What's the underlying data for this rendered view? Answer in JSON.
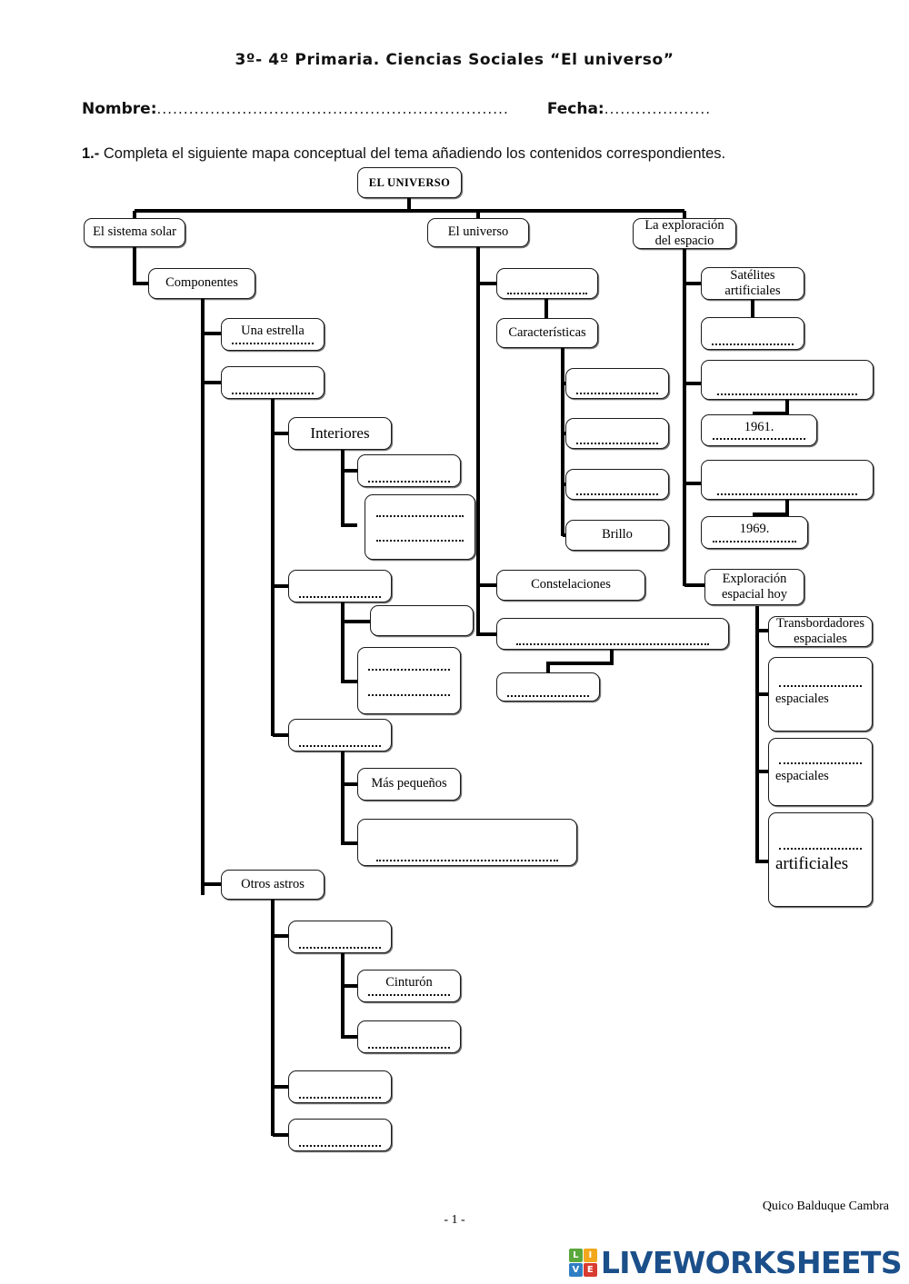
{
  "header": {
    "title": "3º- 4º Primaria. Ciencias Sociales “El universo”",
    "name_label": "Nombre:",
    "name_dots": "..................................................................",
    "date_label": "Fecha:",
    "date_dots": "....................",
    "instruction_number": "1.-",
    "instruction_text": " Completa el siguiente mapa conceptual del tema añadiendo los contenidos correspondientes."
  },
  "map": {
    "root": "EL UNIVERSO",
    "branch1": "El sistema solar",
    "branch2": "El universo",
    "branch3": "La exploración del espacio",
    "n_componentes": "Componentes",
    "n_una_estrella": "Una estrella",
    "n_interiores": "Interiores",
    "n_mas_pequenos": "Más pequeños",
    "n_otros_astros": "Otros astros",
    "n_cinturon": "Cinturón",
    "n_caracteristicas": "Características",
    "n_brillo": "Brillo",
    "n_constelaciones": "Constelaciones",
    "n_satelites": "Satélites artificiales",
    "n_1961": "1961.",
    "n_1969": "1969.",
    "n_exploracion_hoy": "Exploración espacial hoy",
    "n_transbordadores": "Transbordadores espaciales",
    "n_espaciales_1": "espaciales",
    "n_espaciales_2": "espaciales",
    "n_artificiales": "artificiales",
    "blank": ""
  },
  "footer": {
    "author": "Quico Balduque Cambra",
    "page_number": "- 1 -",
    "logo_letters": [
      "L",
      "I",
      "V",
      "E"
    ],
    "logo_word": "LIVEWORKSHEETS",
    "logo_colors": [
      "#5aa83c",
      "#f2a81d",
      "#2f7ec4",
      "#d93b30"
    ],
    "logo_word_color": "#1b4f8a"
  }
}
